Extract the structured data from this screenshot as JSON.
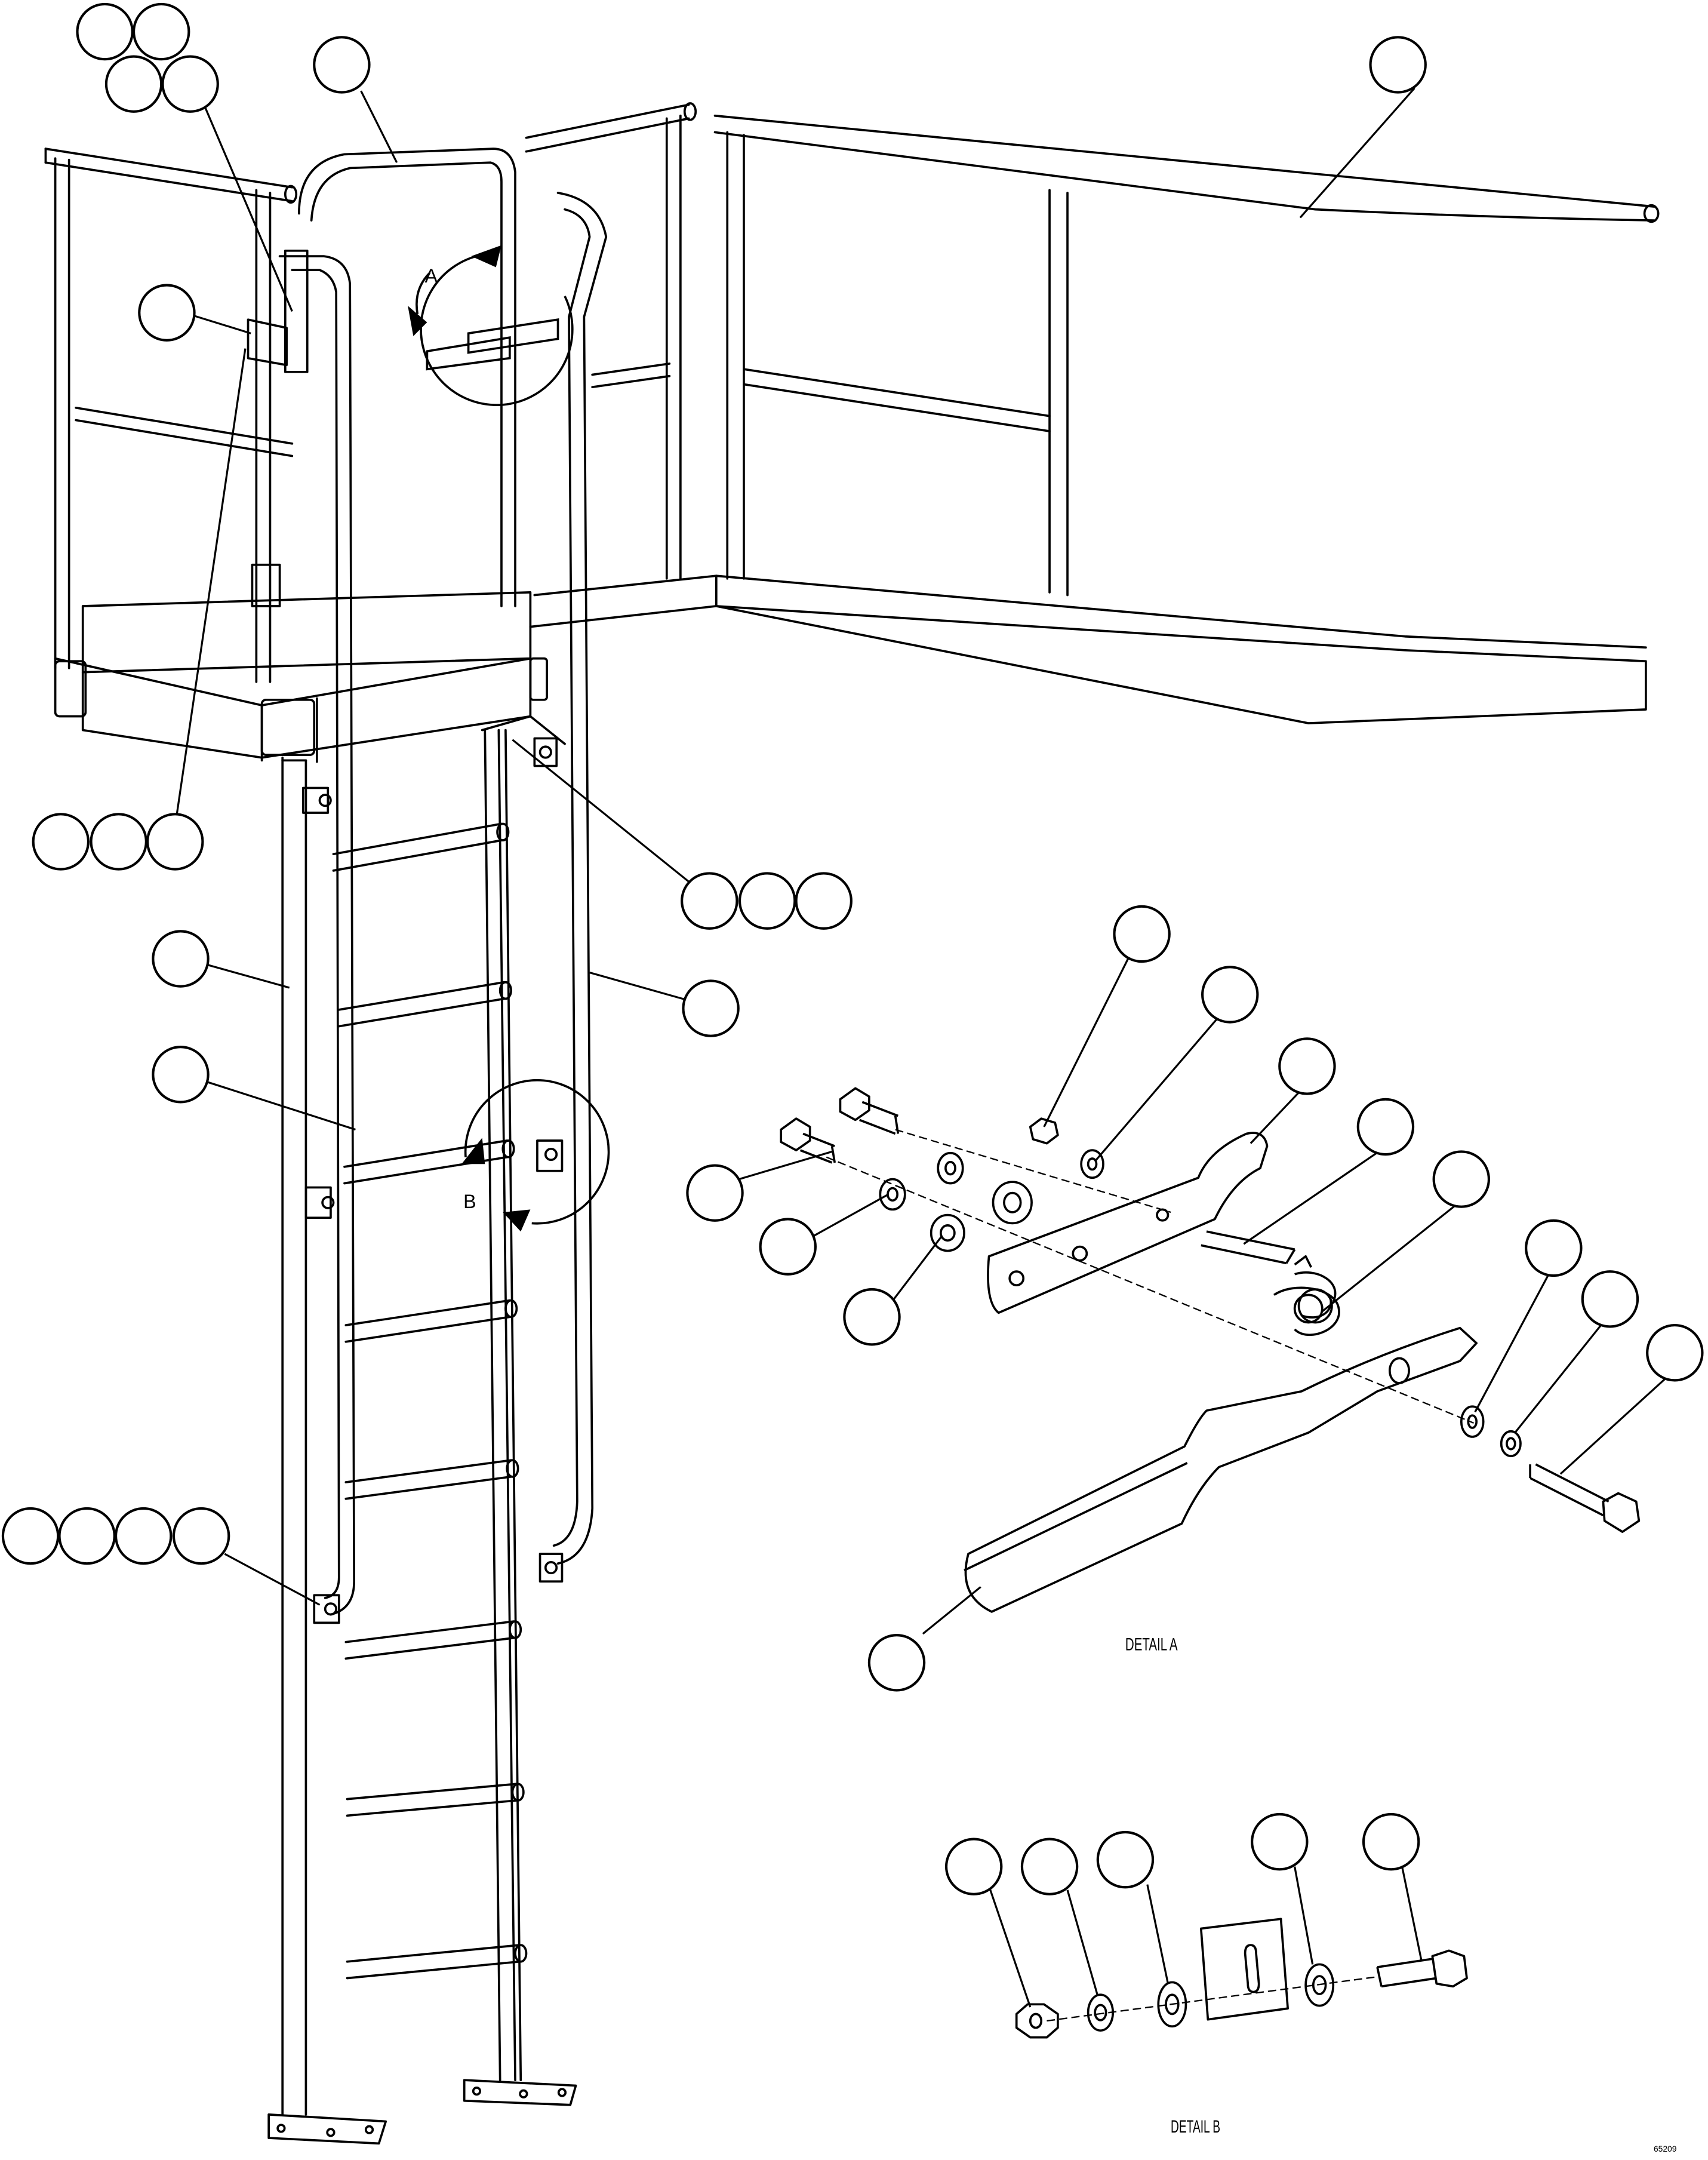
{
  "drawing": {
    "view_labels": {
      "detail_a_marker": "A",
      "detail_b_marker": "B"
    },
    "captions": {
      "detail_a": "DETAIL A",
      "detail_b": "DETAIL B"
    },
    "figure_id": "65209",
    "colors": {
      "line": "#000000",
      "background": "#ffffff"
    }
  }
}
